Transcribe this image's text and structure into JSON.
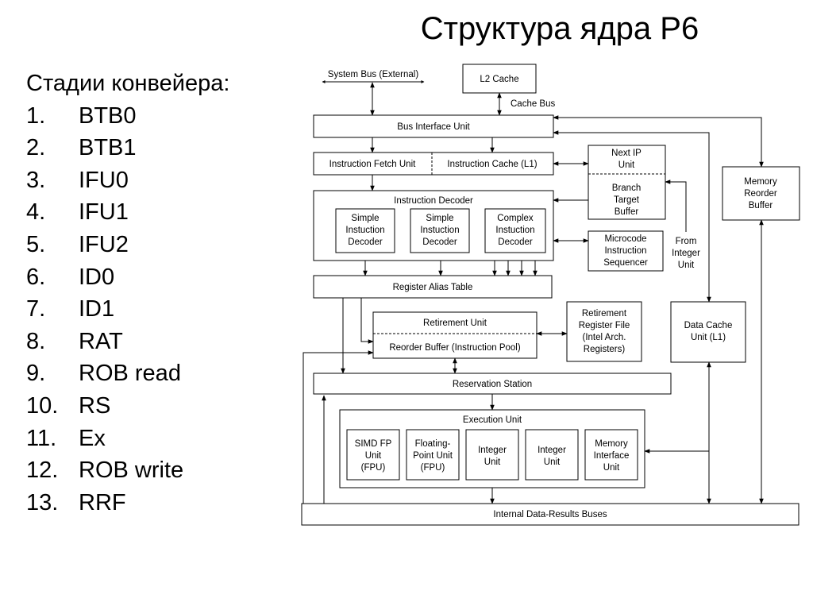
{
  "slide": {
    "title": "Структура ядра P6"
  },
  "stages": {
    "heading": "Стадии конвейера:",
    "items": [
      {
        "num": "1.",
        "label": "BTB0"
      },
      {
        "num": "2.",
        "label": "BTB1"
      },
      {
        "num": "3.",
        "label": "IFU0"
      },
      {
        "num": "4.",
        "label": "IFU1"
      },
      {
        "num": "5.",
        "label": "IFU2"
      },
      {
        "num": "6.",
        "label": "ID0"
      },
      {
        "num": "7.",
        "label": "ID1"
      },
      {
        "num": "8.",
        "label": "RAT"
      },
      {
        "num": "9.",
        "label": "ROB read"
      },
      {
        "num": "10.",
        "label": "RS"
      },
      {
        "num": "11.",
        "label": "Ex"
      },
      {
        "num": "12.",
        "label": "ROB write"
      },
      {
        "num": "13.",
        "label": "RRF"
      }
    ]
  },
  "diagram": {
    "system_bus": "System Bus (External)",
    "l2_cache": "L2 Cache",
    "cache_bus": "Cache Bus",
    "bus_interface_unit": "Bus Interface Unit",
    "instruction_fetch_unit": "Instruction Fetch Unit",
    "instruction_cache": "Instruction Cache (L1)",
    "next_ip": [
      "Next IP",
      "Unit"
    ],
    "branch_target_buffer": [
      "Branch",
      "Target",
      "Buffer"
    ],
    "memory_reorder_buffer": [
      "Memory",
      "Reorder",
      "Buffer"
    ],
    "instruction_decoder": "Instruction Decoder",
    "simple_decoder_1": [
      "Simple",
      "Instuction",
      "Decoder"
    ],
    "simple_decoder_2": [
      "Simple",
      "Instuction",
      "Decoder"
    ],
    "complex_decoder": [
      "Complex",
      "Instuction",
      "Decoder"
    ],
    "microcode_sequencer": [
      "Microcode",
      "Instruction",
      "Sequencer"
    ],
    "from_integer_unit": [
      "From",
      "Integer",
      "Unit"
    ],
    "register_alias_table": "Register Alias Table",
    "retirement_unit": "Retirement Unit",
    "reorder_buffer": "Reorder Buffer (Instruction Pool)",
    "retirement_register_file": [
      "Retirement",
      "Register File",
      "(Intel Arch.",
      "Registers)"
    ],
    "data_cache_unit": [
      "Data Cache",
      "Unit (L1)"
    ],
    "reservation_station": "Reservation Station",
    "execution_unit": "Execution Unit",
    "simd_fp_unit": [
      "SIMD FP",
      "Unit",
      "(FPU)"
    ],
    "floating_point_unit": [
      "Floating-",
      "Point Unit",
      "(FPU)"
    ],
    "integer_unit_1": [
      "Integer",
      "Unit"
    ],
    "integer_unit_2": [
      "Integer",
      "Unit"
    ],
    "memory_interface_unit": [
      "Memory",
      "Interface",
      "Unit"
    ],
    "internal_buses": "Internal Data-Results Buses"
  }
}
